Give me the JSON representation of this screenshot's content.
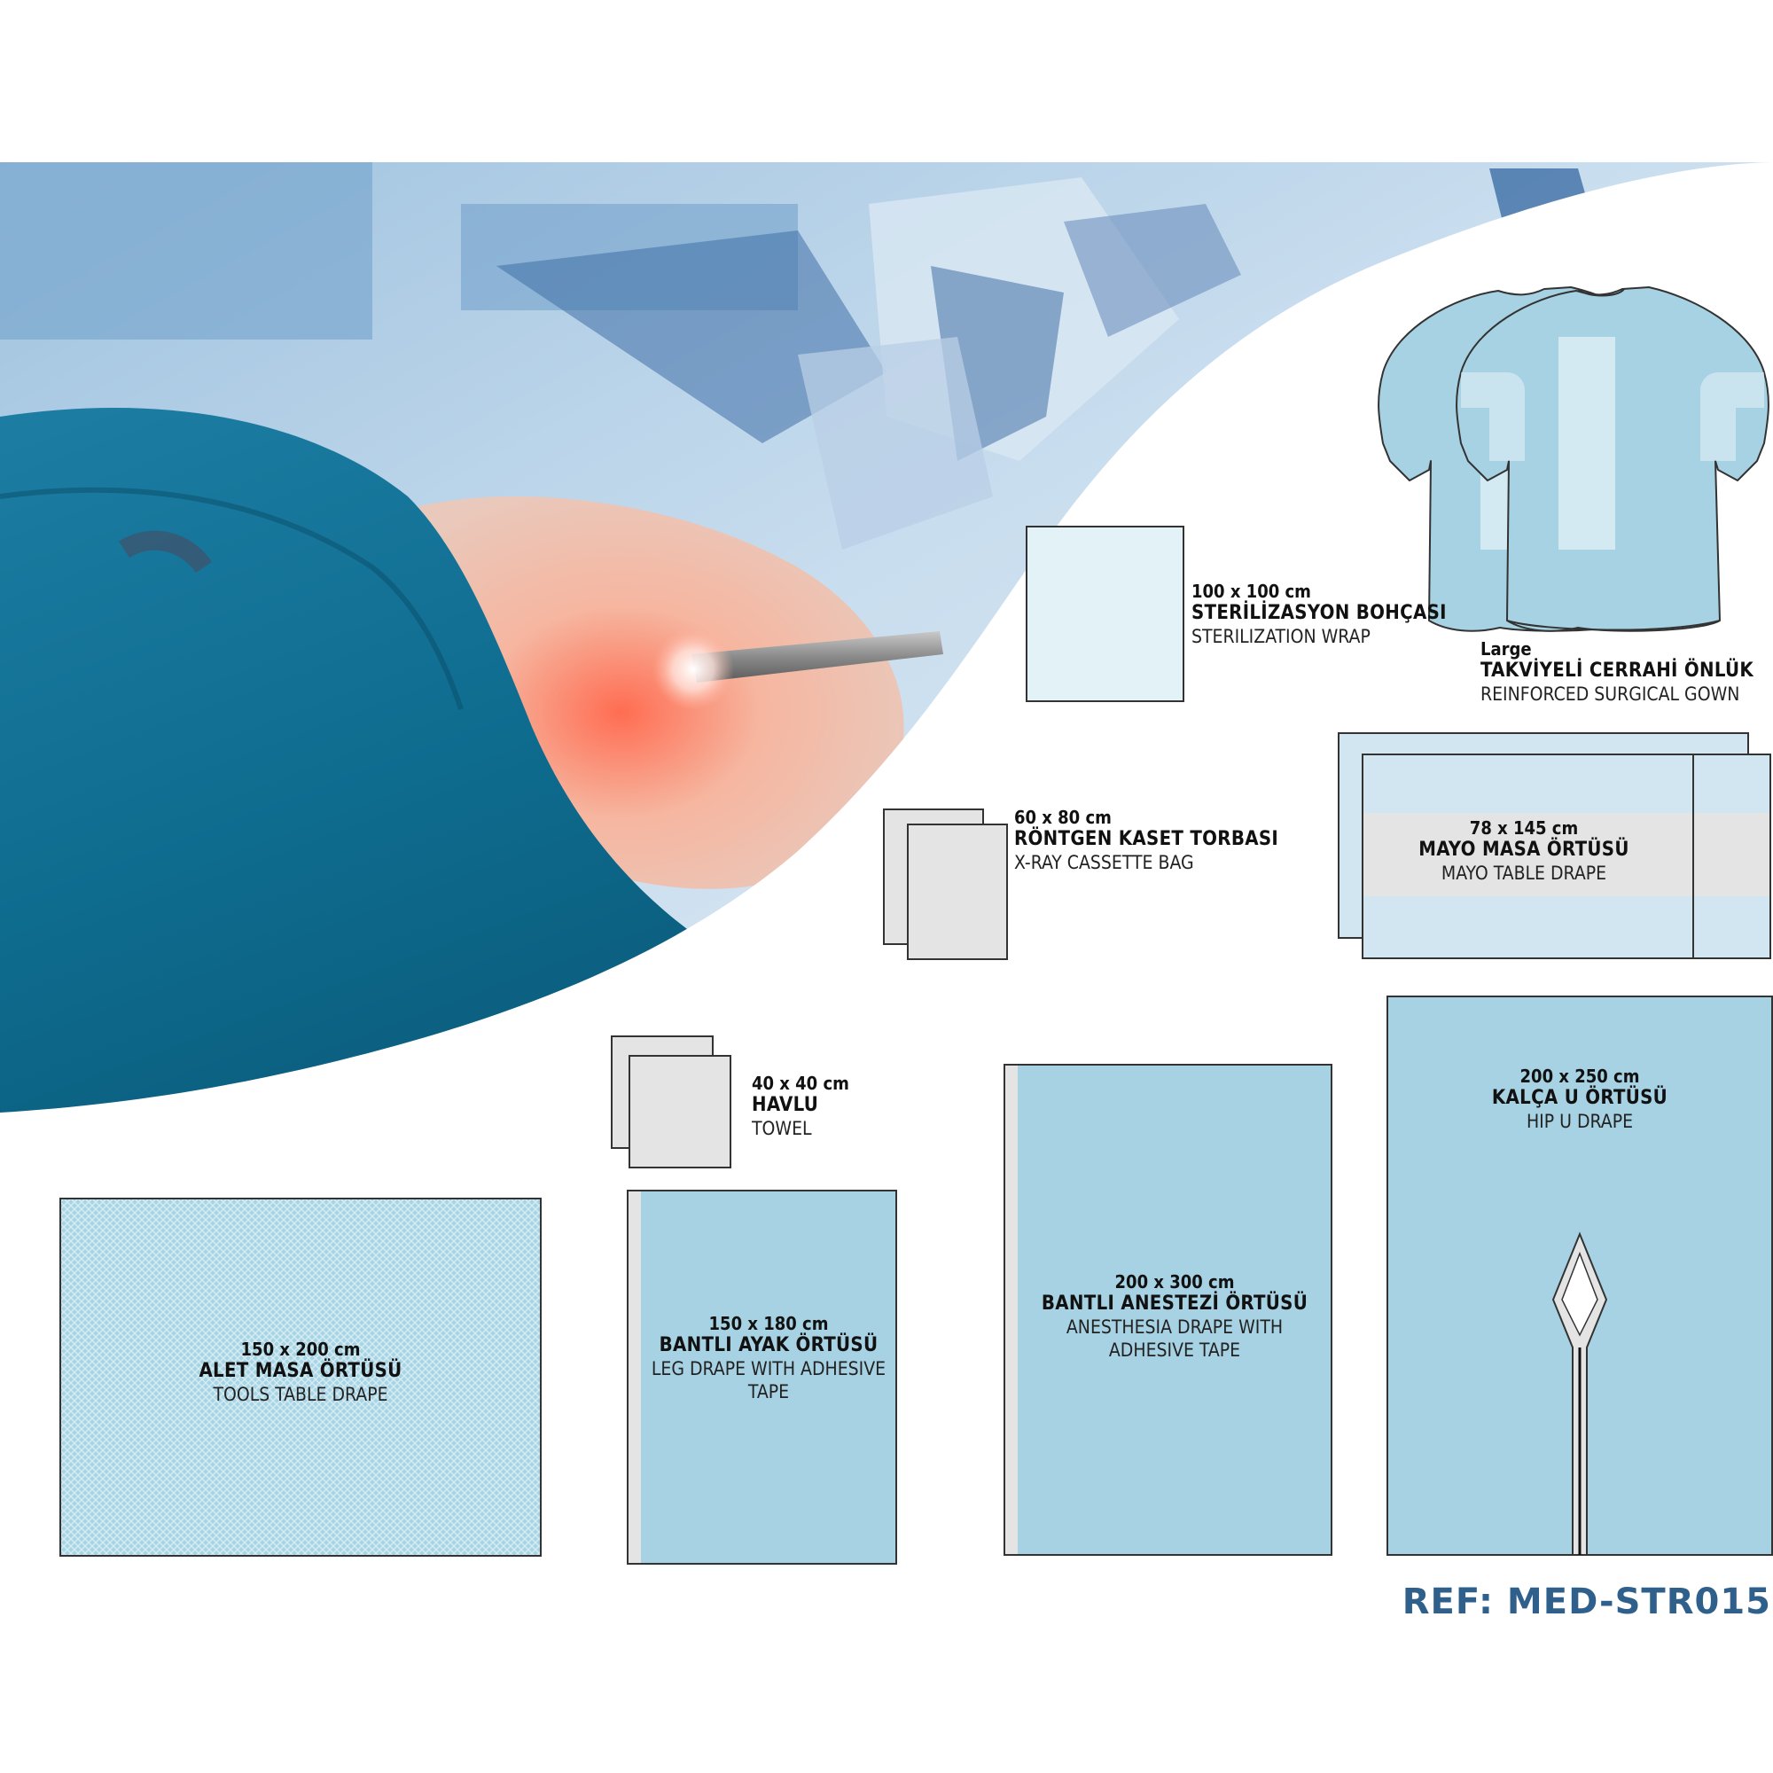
{
  "colors": {
    "drape_blue": "#a6d2e3",
    "wrap_light": "#e2f2f6",
    "towel_grey": "#e4e4e4",
    "outline": "#333333",
    "ref_text": "#2f5f8b",
    "surgical_teal": "#0e6c8f"
  },
  "hero_image": {
    "icon": "surgical-scene-photo"
  },
  "products": {
    "sterilization_wrap": {
      "size": "100 x 100 cm",
      "name_tr": "STERİLİZASYON BOHÇASI",
      "name_en": "STERILIZATION WRAP"
    },
    "surgical_gown": {
      "size": "Large",
      "name_tr": "TAKVİYELİ CERRAHİ ÖNLÜK",
      "name_en": "REINFORCED SURGICAL GOWN"
    },
    "xray_bag": {
      "size": "60 x 80 cm",
      "name_tr": "RÖNTGEN KASET TORBASI",
      "name_en": "X-RAY CASSETTE BAG"
    },
    "mayo_drape": {
      "size": "78 x 145 cm",
      "name_tr": "MAYO MASA ÖRTÜSÜ",
      "name_en": "MAYO TABLE DRAPE"
    },
    "towel": {
      "size": "40 x 40 cm",
      "name_tr": "HAVLU",
      "name_en": "TOWEL"
    },
    "hip_u_drape": {
      "size": "200 x 250 cm",
      "name_tr": "KALÇA U ÖRTÜSÜ",
      "name_en": "HIP U DRAPE"
    },
    "anesthesia_drape": {
      "size": "200 x 300 cm",
      "name_tr": "BANTLI ANESTEZİ ÖRTÜSÜ",
      "name_en_1": "ANESTHESIA DRAPE WITH",
      "name_en_2": "ADHESIVE TAPE"
    },
    "leg_drape": {
      "size": "150 x 180 cm",
      "name_tr": "BANTLI AYAK ÖRTÜSÜ",
      "name_en_1": "LEG DRAPE WITH ADHESIVE",
      "name_en_2": "TAPE"
    },
    "tools_table_drape": {
      "size": "150 x 200 cm",
      "name_tr": "ALET MASA ÖRTÜSÜ",
      "name_en": "TOOLS TABLE DRAPE"
    }
  },
  "reference": "REF: MED-STR015"
}
